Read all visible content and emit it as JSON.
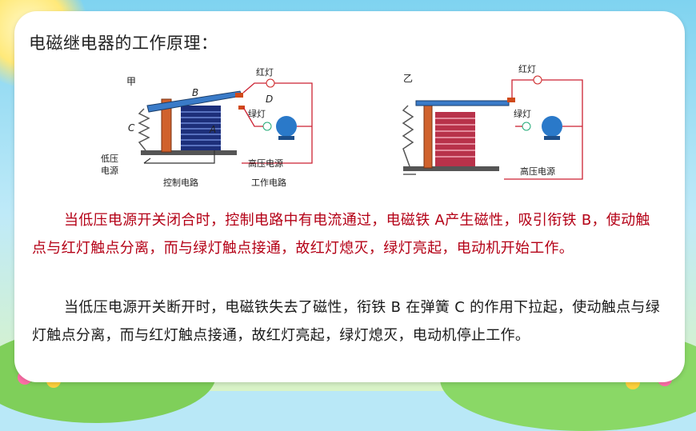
{
  "title": "电磁继电器的工作原理：",
  "diagram_left": {
    "label_jia": "甲",
    "label_B": "B",
    "label_C": "C",
    "label_A": "A",
    "label_D": "D",
    "red_lamp": "红灯",
    "green_lamp": "绿灯",
    "low_voltage_1": "低压",
    "low_voltage_2": "电源",
    "high_voltage": "高压电源",
    "control_circuit": "控制电路",
    "work_circuit": "工作电路"
  },
  "diagram_right": {
    "label_yi": "乙",
    "red_lamp": "红灯",
    "green_lamp": "绿灯",
    "high_voltage": "高压电源"
  },
  "paragraph1": "当低压电源开关闭合时，控制电路中有电流通过，电磁铁 A产生磁性，吸引衔铁 B，使动触点与红灯触点分离，而与绿灯触点接通，故红灯熄灭，绿灯亮起，电动机开始工作。",
  "paragraph2": "当低压电源开关断开时，电磁铁失去了磁性，衔铁 B 在弹簧 C 的作用下拉起，使动触点与绿灯触点分离，而与红灯触点接通，故红灯亮起，绿灯熄灭，电动机停止工作。"
}
